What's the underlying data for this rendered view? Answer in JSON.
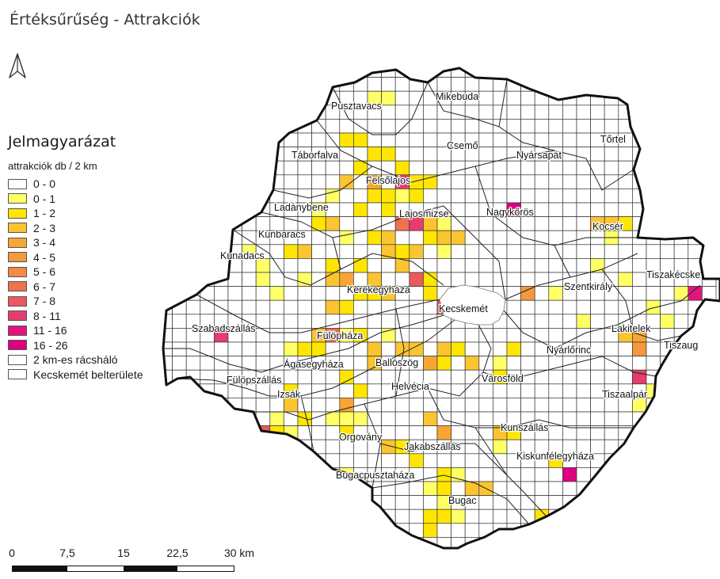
{
  "title": "Értéksűrűség - Attrakciók",
  "north_arrow_icon": "north-arrow-icon",
  "legend": {
    "title": "Jelmagyarázat",
    "subtitle": "attrakciók db / 2 km",
    "items": [
      {
        "label": "0 - 0",
        "color": "#ffffff"
      },
      {
        "label": "0 - 1",
        "color": "#ffff66"
      },
      {
        "label": "1 - 2",
        "color": "#ffe600"
      },
      {
        "label": "2 - 3",
        "color": "#fbc531"
      },
      {
        "label": "3 - 4",
        "color": "#f7a635"
      },
      {
        "label": "4 - 5",
        "color": "#f4993d"
      },
      {
        "label": "5 - 6",
        "color": "#f18a47"
      },
      {
        "label": "6 - 7",
        "color": "#ee7150"
      },
      {
        "label": "7 - 8",
        "color": "#ea5a5c"
      },
      {
        "label": "8 - 11",
        "color": "#e63d6f"
      },
      {
        "label": "11 - 16",
        "color": "#e2157d"
      },
      {
        "label": "16 - 26",
        "color": "#de007f"
      },
      {
        "label": "2 km-es rácsháló",
        "color": "#ffffff"
      },
      {
        "label": "Kecskemét belterülete",
        "color": "#ffffff"
      }
    ]
  },
  "scale": {
    "labels": [
      "0",
      "7,5",
      "15",
      "22,5",
      "30 km"
    ]
  },
  "places": [
    "Mikebuda",
    "Pusztavacs",
    "Csemő",
    "Nyársapát",
    "Tőrtel",
    "Táborfalva",
    "Felsőlajos",
    "Nagykőrös",
    "Ladánybene",
    "Lajosmizse",
    "Kocsér",
    "Kunbaracs",
    "Kunadacs",
    "Tiszakécske",
    "Szentkirály",
    "Kerekegyháza",
    "Kecskemét",
    "Szabadszállás",
    "Lakitelek",
    "Tiszaug",
    "Fülöpháza",
    "Nyárlőrinc",
    "Ágasegyháza",
    "Ballószög",
    "Városföld",
    "Fülöpszállás",
    "Helvécia",
    "Tiszaalpár",
    "Izsák",
    "Kunszállás",
    "Orgovány",
    "Jakabszállás",
    "Kiskunfélegyháza",
    "Bugacpusztaháza",
    "Bugac"
  ]
}
